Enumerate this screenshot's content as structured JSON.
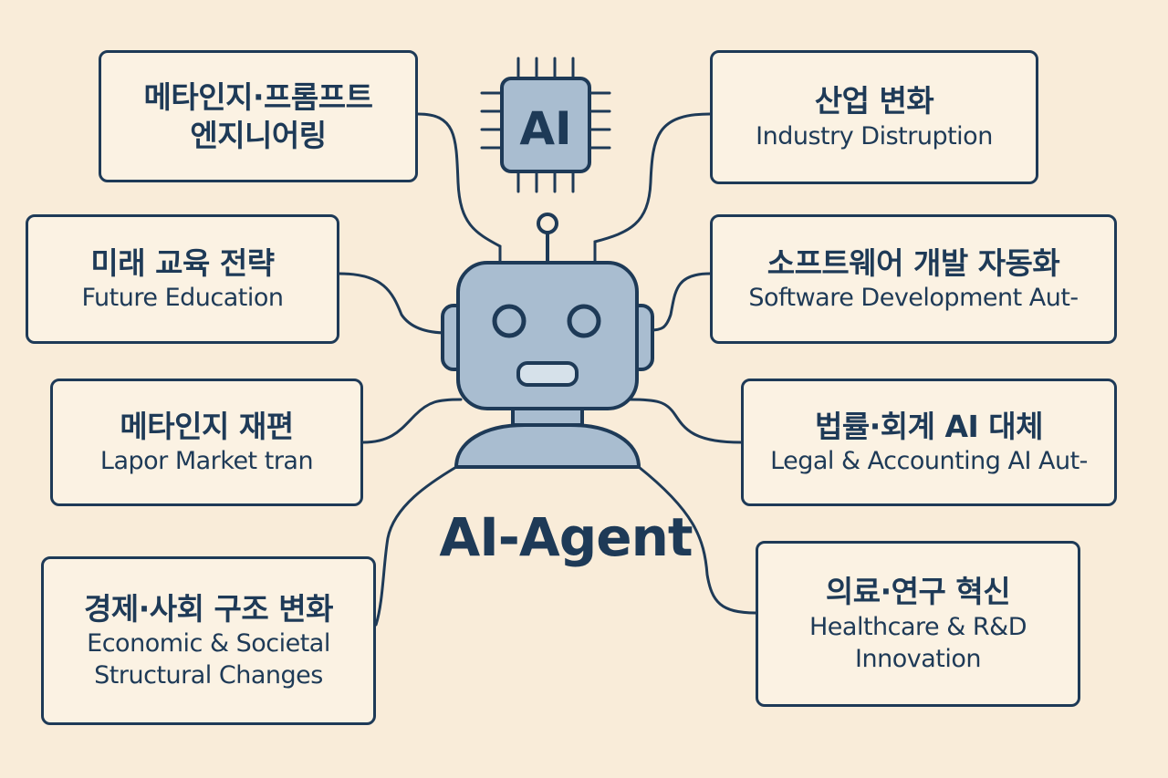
{
  "center": {
    "title": "AI-Agent",
    "chip_label": "AI"
  },
  "nodes": [
    {
      "ko": "메타인지·프롬프트\n엔지니어링",
      "en": ""
    },
    {
      "ko": "산업 변화",
      "en": "Industry Distruption"
    },
    {
      "ko": "미래 교육 전략",
      "en": "Future Education"
    },
    {
      "ko": "소프트웨어 개발 자동화",
      "en": "Software Development Aut-"
    },
    {
      "ko": "메타인지 재편",
      "en": "Lapor Market tran"
    },
    {
      "ko": "법률·회계 AI 대체",
      "en": "Legal & Accounting AI Aut-"
    },
    {
      "ko": "경제·사회 구조 변화",
      "en": "Economic & Societal\nStructural Changes"
    },
    {
      "ko": "의료·연구 혁신",
      "en": "Healthcare  & R&D\nInnovation"
    }
  ],
  "colors": {
    "background": "#f9ecd9",
    "ink": "#1e3a57",
    "robot_fill": "#a9bdd0",
    "box_fill": "#fbf2e3"
  }
}
